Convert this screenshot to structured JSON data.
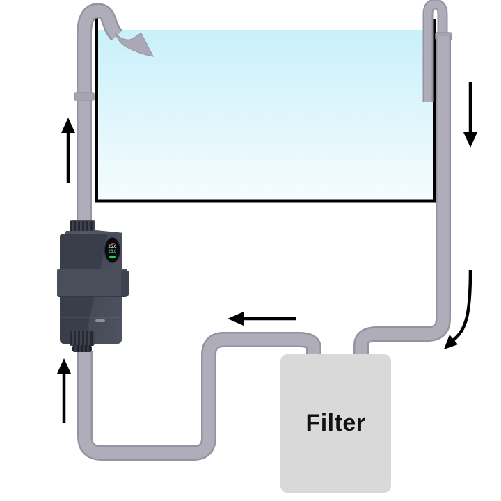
{
  "filter": {
    "label": "Filter"
  },
  "heater": {
    "display": {
      "top_reading": "25.0",
      "bottom_reading": "25.0"
    }
  },
  "arrows": [
    {
      "id": "flow-arrow-left-riser",
      "direction": "up"
    },
    {
      "id": "flow-arrow-heater-inlet",
      "direction": "up"
    },
    {
      "id": "flow-arrow-right-downpipe",
      "direction": "down"
    },
    {
      "id": "flow-arrow-return-line",
      "direction": "left"
    },
    {
      "id": "flow-arrow-into-filter",
      "direction": "down-left-curved"
    }
  ],
  "colors": {
    "water_top": "#c9f0fa",
    "water_bottom": "#f5fcfe",
    "pipe_fill": "#aeadb9",
    "pipe_edge": "#94939f",
    "tank_outline": "#000000",
    "filter_bg": "#d9d9d9",
    "device_body": "#3b3f4b",
    "display_green": "#2ad05f",
    "arrow": "#000000"
  }
}
